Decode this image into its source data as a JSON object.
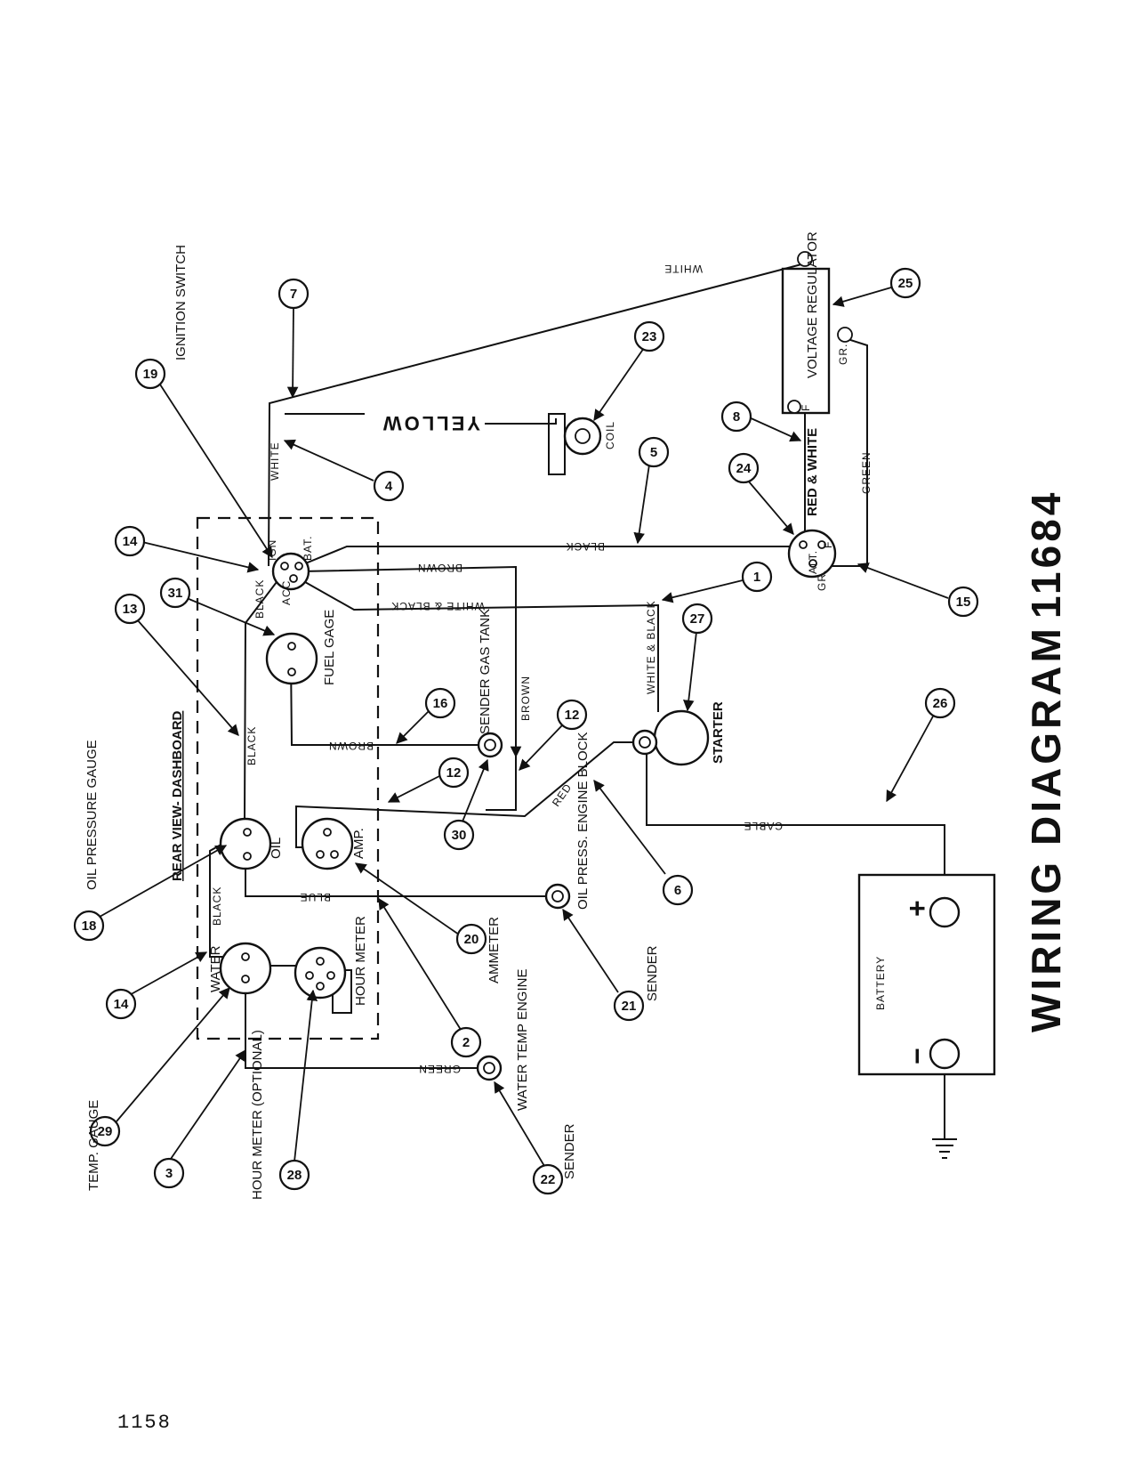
{
  "title": {
    "word1": "WIRING",
    "word2": "DIAGRAM",
    "number": "11684"
  },
  "page_number": "1158",
  "dashboard_label": "REAR VIEW- DASHBOARD",
  "components": {
    "ignition_switch": "IGNITION SWITCH",
    "ign_terminal": "IGN",
    "acc_terminal": "ACC",
    "bat_terminal": "BAT.",
    "fuel_gage": "FUEL GAGE",
    "oil_gauge": "OIL",
    "amp_gauge": "AMP.",
    "water_gauge": "WATER",
    "hour_meter_gauge": "HOUR METER",
    "oil_pressure_gauge": "OIL PRESSURE GAUGE",
    "ammeter": "AMMETER",
    "temp_gauge": "TEMP. GAUGE",
    "hour_meter_optional": "HOUR METER (OPTIONAL)",
    "sender_gas_tank": "SENDER GAS TANK",
    "oil_press_engine_block": "OIL PRESS. ENGINE BLOCK",
    "sender": "SENDER",
    "water_temp_engine": "WATER TEMP ENGINE",
    "coil": "COIL",
    "voltage_regulator": "VOLTAGE REGULATOR",
    "alternator": "ALT.",
    "starter": "STARTER",
    "battery": "BATTERY",
    "plus": "+",
    "minus": "−",
    "gr": "GR.",
    "f": "F",
    "reg_f": "F"
  },
  "wire_labels": {
    "white_top": "WHITE",
    "white_ign": "WHITE",
    "yellow": "YELLOW",
    "black_alt": "BLACK",
    "brown_top": "BROWN",
    "brown_vertical": "BROWN",
    "brown_fuel": "BROWN",
    "white_black_horizontal": "WHITE & BLACK",
    "white_black_vertical": "WHITE & BLACK",
    "black_ign": "BLACK",
    "black_fuel": "BLACK",
    "black_water": "BLACK",
    "red": "RED",
    "blue": "BLUE",
    "green_temp": "GREEN",
    "green_reg": "GREEN",
    "red_white": "RED & WHITE",
    "cable": "CABLE"
  },
  "callouts": {
    "c1": "1",
    "c2": "2",
    "c3": "3",
    "c4": "4",
    "c5": "5",
    "c6": "6",
    "c7": "7",
    "c8": "8",
    "c12a": "12",
    "c12b": "12",
    "c13": "13",
    "c14a": "14",
    "c14b": "14",
    "c15": "15",
    "c16": "16",
    "c18": "18",
    "c19": "19",
    "c20": "20",
    "c21": "21",
    "c22": "22",
    "c23": "23",
    "c24": "24",
    "c25": "25",
    "c26": "26",
    "c27": "27",
    "c28": "28",
    "c29": "29",
    "c30": "30",
    "c31": "31"
  }
}
